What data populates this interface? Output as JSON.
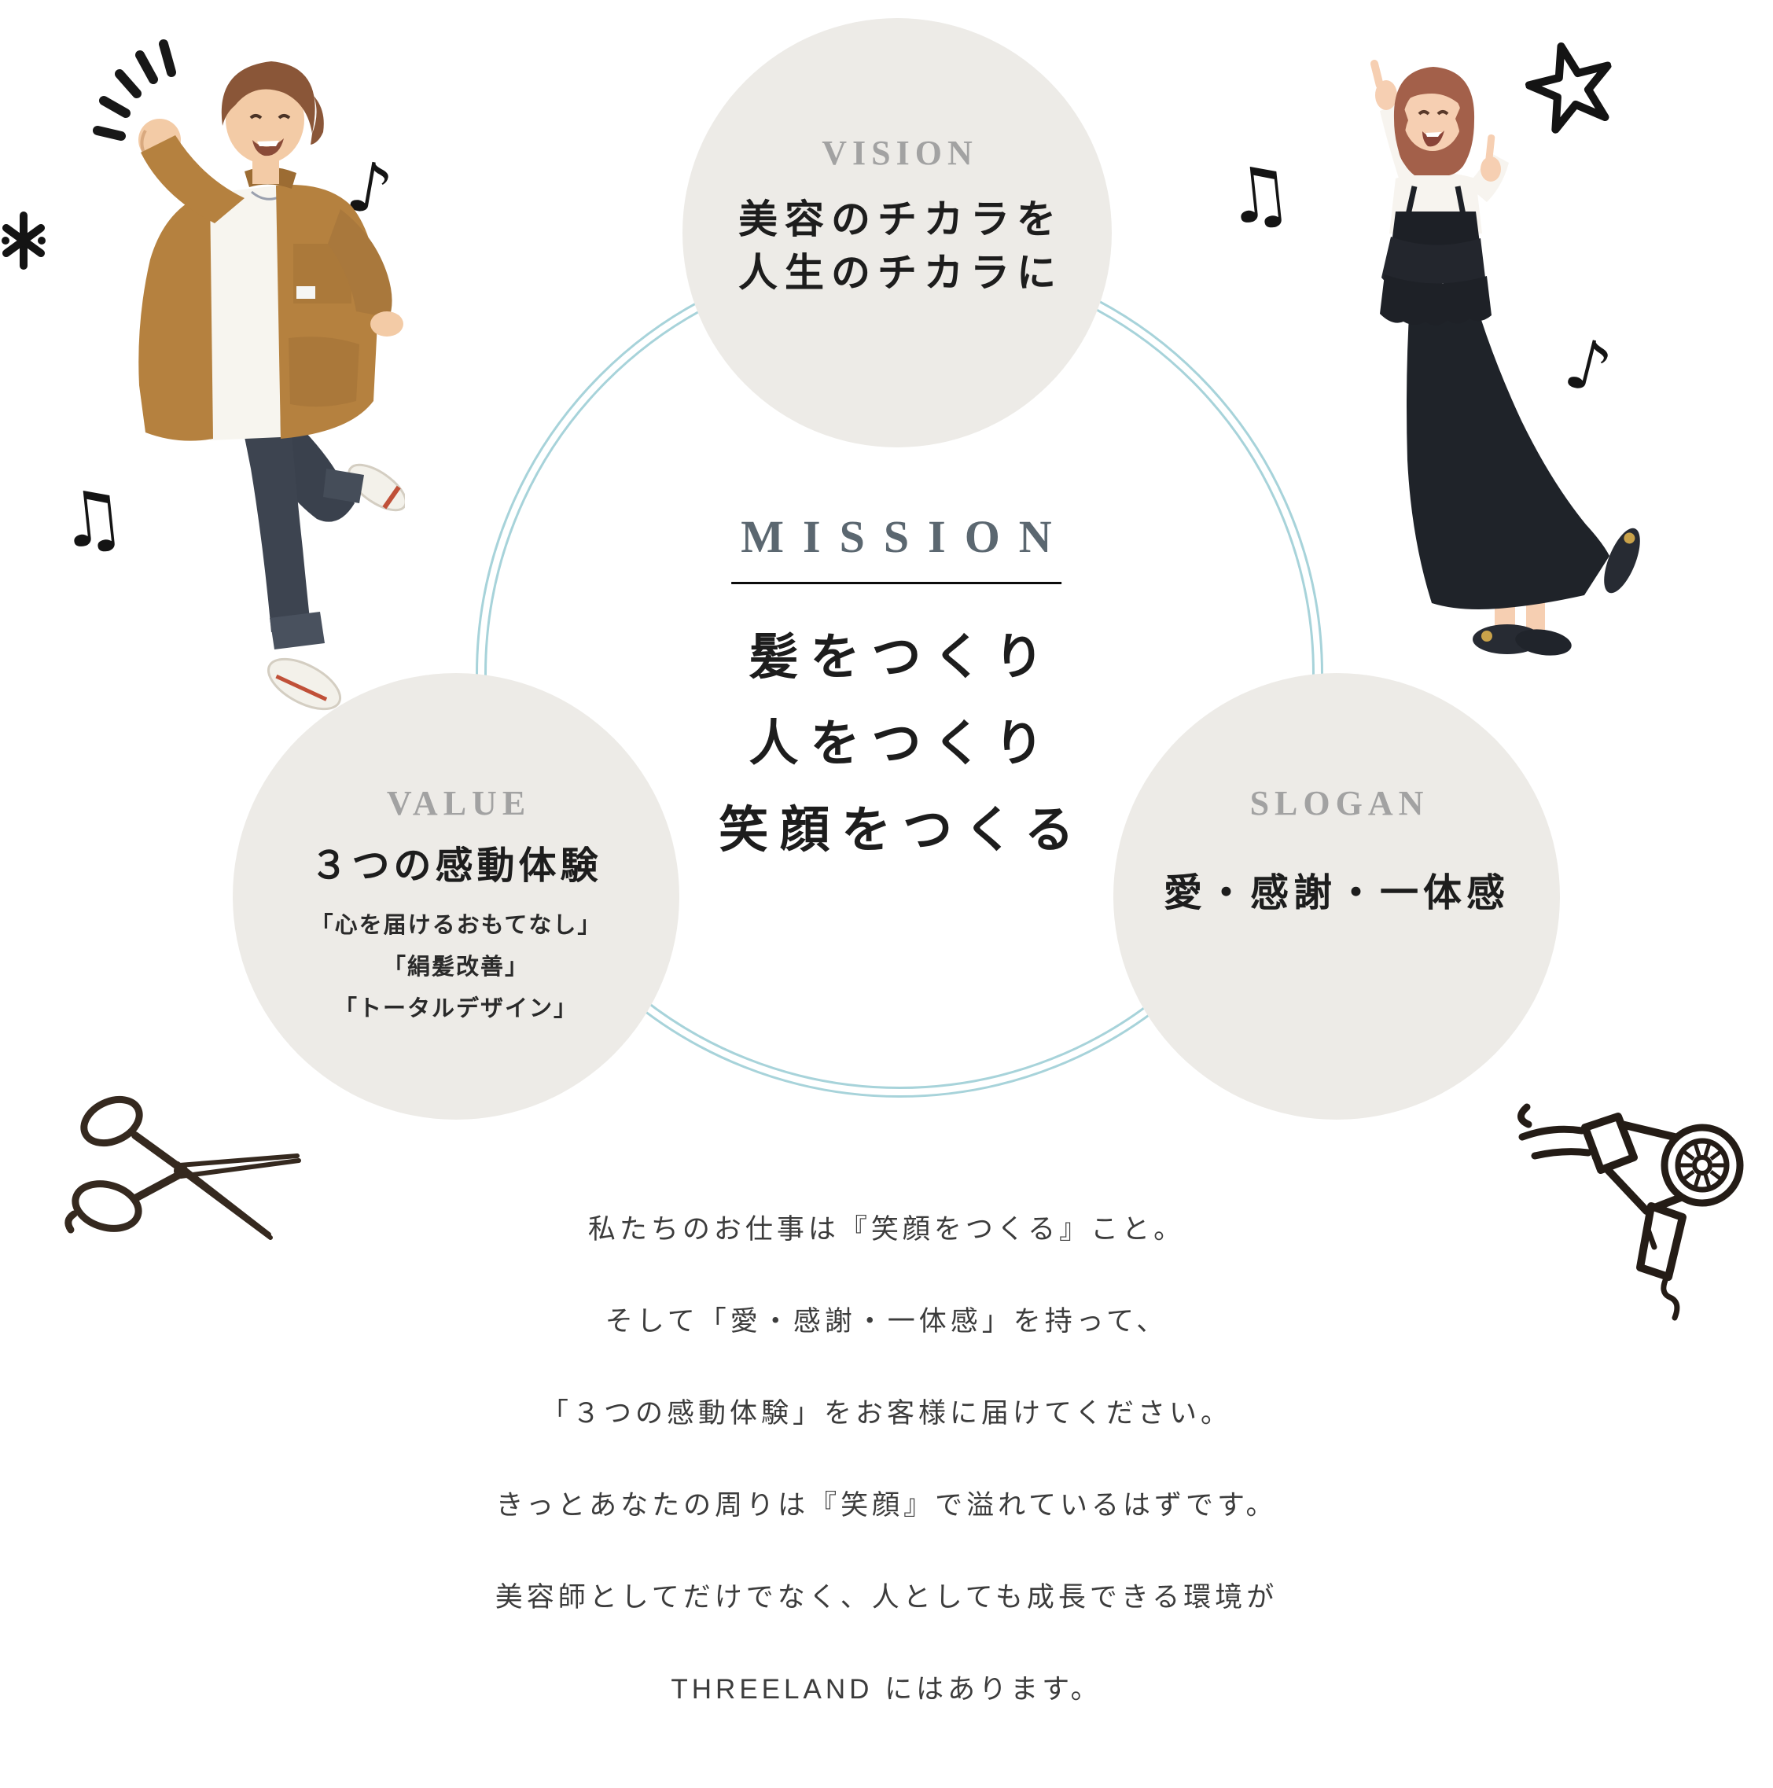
{
  "colors": {
    "background": "#ffffff",
    "circle_fill": "#edebe7",
    "ring_blue": "#a7d3da",
    "label_gray": "#a2a2a2",
    "mission_heading": "#5b6770",
    "heading_black": "#1d1d1d",
    "paragraph_text": "#3c3c3c"
  },
  "vision": {
    "label": "VISION",
    "lines": [
      "美容のチカラを",
      "人生のチカラに"
    ]
  },
  "mission": {
    "label": "MISSION",
    "lines": [
      "髪をつくり",
      "人をつくり",
      "笑顔をつくる"
    ]
  },
  "value": {
    "label": "VALUE",
    "title": "３つの感動体験",
    "items": [
      "「心を届けるおもてなし」",
      "「絹髪改善」",
      "「トータルデザイン」"
    ]
  },
  "slogan": {
    "label": "SLOGAN",
    "text": "愛・感謝・一体感"
  },
  "message": {
    "lines": [
      "私たちのお仕事は『笑顔をつくる』こと。",
      "そして「愛・感謝・一体感」を持って、",
      "「３つの感動体験」をお客様に届けてください。",
      "きっとあなたの周りは『笑顔』で溢れているはずです。",
      "美容師としてだけでなく、人としても成長できる環境が",
      "THREELAND にはあります。"
    ]
  },
  "decorations": {
    "note_single": "♪",
    "note_double": "♫"
  }
}
